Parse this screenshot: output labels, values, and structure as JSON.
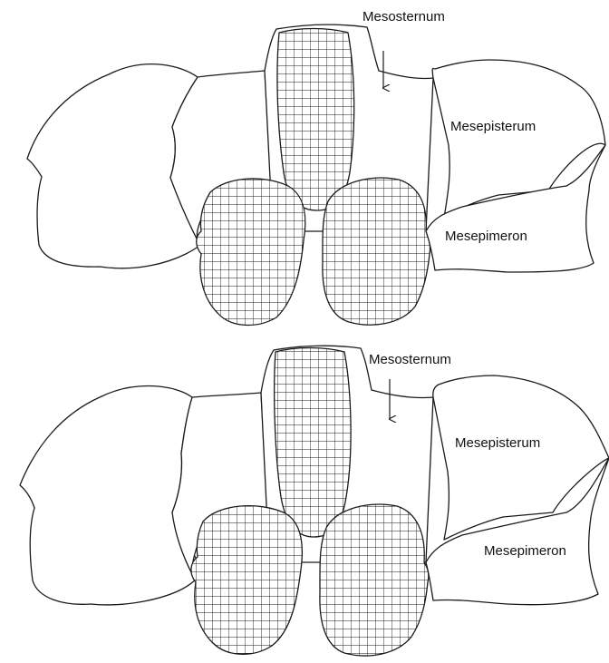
{
  "diagram": {
    "top": {
      "label_mesosternum": "Mesosternum",
      "label_mesepisternum": "Mesepisterum",
      "label_mesepimeron": "Mesepimeron"
    },
    "bottom": {
      "label_mesosternum": "Mesosternum",
      "label_mesepisternum": "Mesepisterum",
      "label_mesepimeron": "Mesepimeron"
    }
  }
}
